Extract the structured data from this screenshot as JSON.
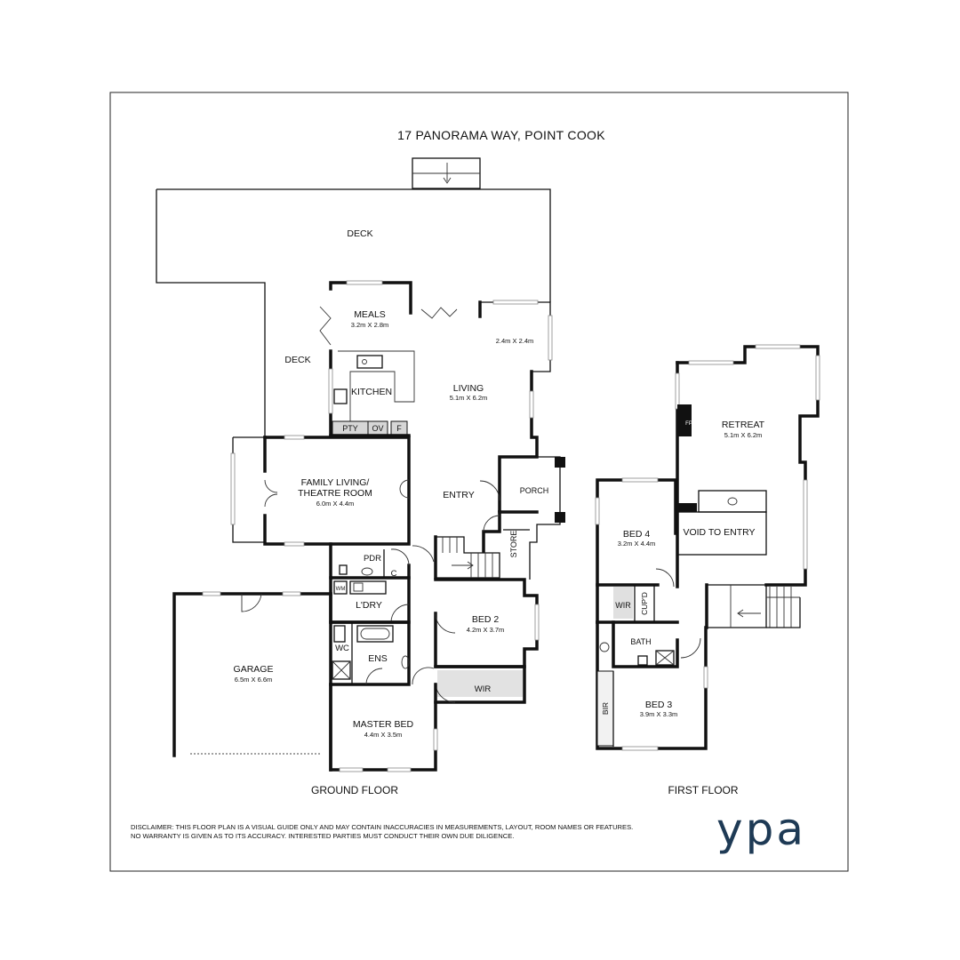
{
  "title": "17 PANORAMA WAY, POINT COOK",
  "floors": {
    "ground": "GROUND FLOOR",
    "first": "FIRST FLOOR"
  },
  "rooms": {
    "deck_top": "DECK",
    "deck_side": "DECK",
    "meals": {
      "name": "MEALS",
      "dim": "3.2m X 2.8m"
    },
    "bay_dim": "2.4m X 2.4m",
    "kitchen": "KITCHEN",
    "living": {
      "name": "LIVING",
      "dim": "5.1m X 6.2m"
    },
    "pty": "PTY",
    "ov": "OV",
    "f": "F",
    "family": {
      "line1": "FAMILY LIVING/",
      "line2": "THEATRE ROOM",
      "dim": "6.0m X 4.4m"
    },
    "entry": "ENTRY",
    "porch": "PORCH",
    "store": "STORE",
    "pdr": "PDR",
    "c": "C",
    "wm": "WM",
    "laundry": "L'DRY",
    "garage": {
      "name": "GARAGE",
      "dim": "6.5m X 6.6m"
    },
    "wc": "WC",
    "ens": "ENS",
    "bed2": {
      "name": "BED 2",
      "dim": "4.2m X 3.7m"
    },
    "wir_ground": "WIR",
    "master": {
      "name": "MASTER BED",
      "dim": "4.4m X 3.5m"
    },
    "retreat": {
      "name": "RETREAT",
      "dim": "5.1m X 6.2m"
    },
    "fp": "FP",
    "void": "VOID TO ENTRY",
    "bed4": {
      "name": "BED 4",
      "dim": "3.2m X 4.4m"
    },
    "wir_first": "WIR",
    "cupd": "CUP'D",
    "bath": "BATH",
    "bed3": {
      "name": "BED 3",
      "dim": "3.9m X 3.3m"
    },
    "bir": "BIR"
  },
  "disclaimer": {
    "line1": "DISCLAIMER: THIS FLOOR PLAN IS A VISUAL GUIDE ONLY AND MAY CONTAIN INACCURACIES IN MEASUREMENTS, LAYOUT, ROOM NAMES OR FEATURES.",
    "line2": "NO WARRANTY IS GIVEN AS TO ITS ACCURACY. INTERESTED PARTIES MUST CONDUCT THEIR OWN DUE DILIGENCE."
  },
  "logo": "ypa",
  "colors": {
    "wall": "#111111",
    "fixture_fill": "#d6d6d6",
    "logo": "#1e3a55"
  }
}
